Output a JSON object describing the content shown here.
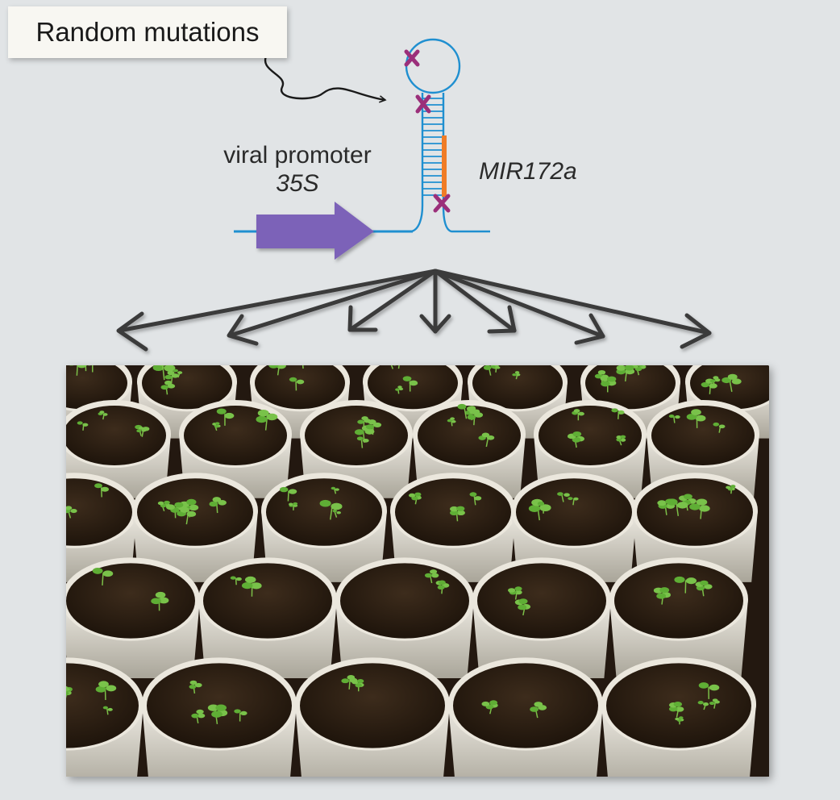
{
  "labels": {
    "mutations": "Random mutations",
    "promoter_line1": "viral promoter",
    "promoter_line2": "35S",
    "gene": "MIR172a"
  },
  "colors": {
    "background": "#e1e4e6",
    "rna_strand": "#1f8fd0",
    "promoter_arrow": "#7b62b8",
    "mutation_mark": "#9b2f7a",
    "mature_mirna": "#f07c26",
    "fan_arrows": "#3b3b3b",
    "soil": "#2e2216",
    "pot": "#dedbd2",
    "seedling": "#5fae35"
  },
  "icons": {
    "mutation": "x-mark-icon",
    "promoter": "promoter-arrow-icon",
    "plants": "seedling-pots-photo"
  }
}
